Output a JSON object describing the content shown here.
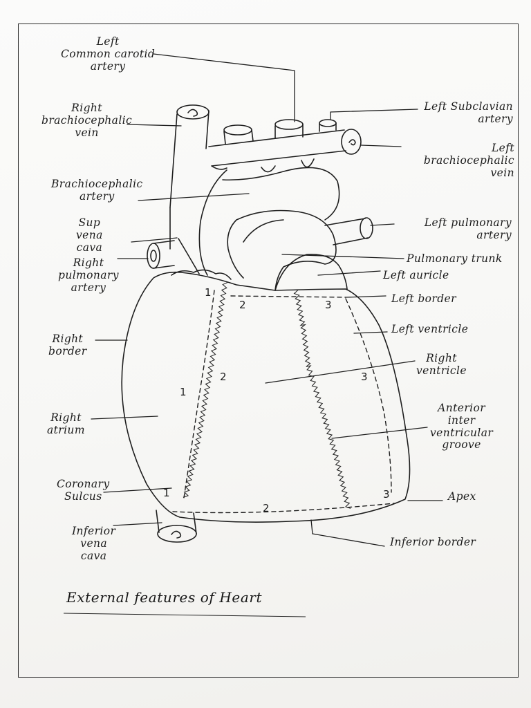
{
  "title": "External features of Heart",
  "labels": {
    "left_common_carotid": "Left\nCommon carotid\nartery",
    "right_brachiocephalic_vein": "Right\nbrachiocephalic\nvein",
    "brachiocephalic_artery": "Brachiocephalic\nartery",
    "sup_vena_cava": "Sup\nvena\ncava",
    "right_pulmonary_artery": "Right\npulmonary\nartery",
    "right_border": "Right\nborder",
    "right_atrium": "Right\natrium",
    "coronary_sulcus": "Coronary\nSulcus",
    "inferior_vena_cava": "Inferior\nvena\ncava",
    "left_subclavian": "Left Subclavian\nartery",
    "left_brachiocephalic_vein": "Left brachiocephalic\nvein",
    "left_pulmonary_artery": "Left pulmonary\nartery",
    "pulmonary_trunk": "Pulmonary trunk",
    "left_auricle": "Left auricle",
    "left_border": "Left border",
    "left_ventricle": "Left ventricle",
    "right_ventricle": "Right\nventricle",
    "anterior_iv_groove": "Anterior\ninter\nventricular\ngroove",
    "apex": "Apex",
    "inferior_border": "Inferior border"
  },
  "surface_numbers": [
    "1",
    "1",
    "1",
    "2",
    "2",
    "2",
    "3",
    "3",
    "3"
  ]
}
